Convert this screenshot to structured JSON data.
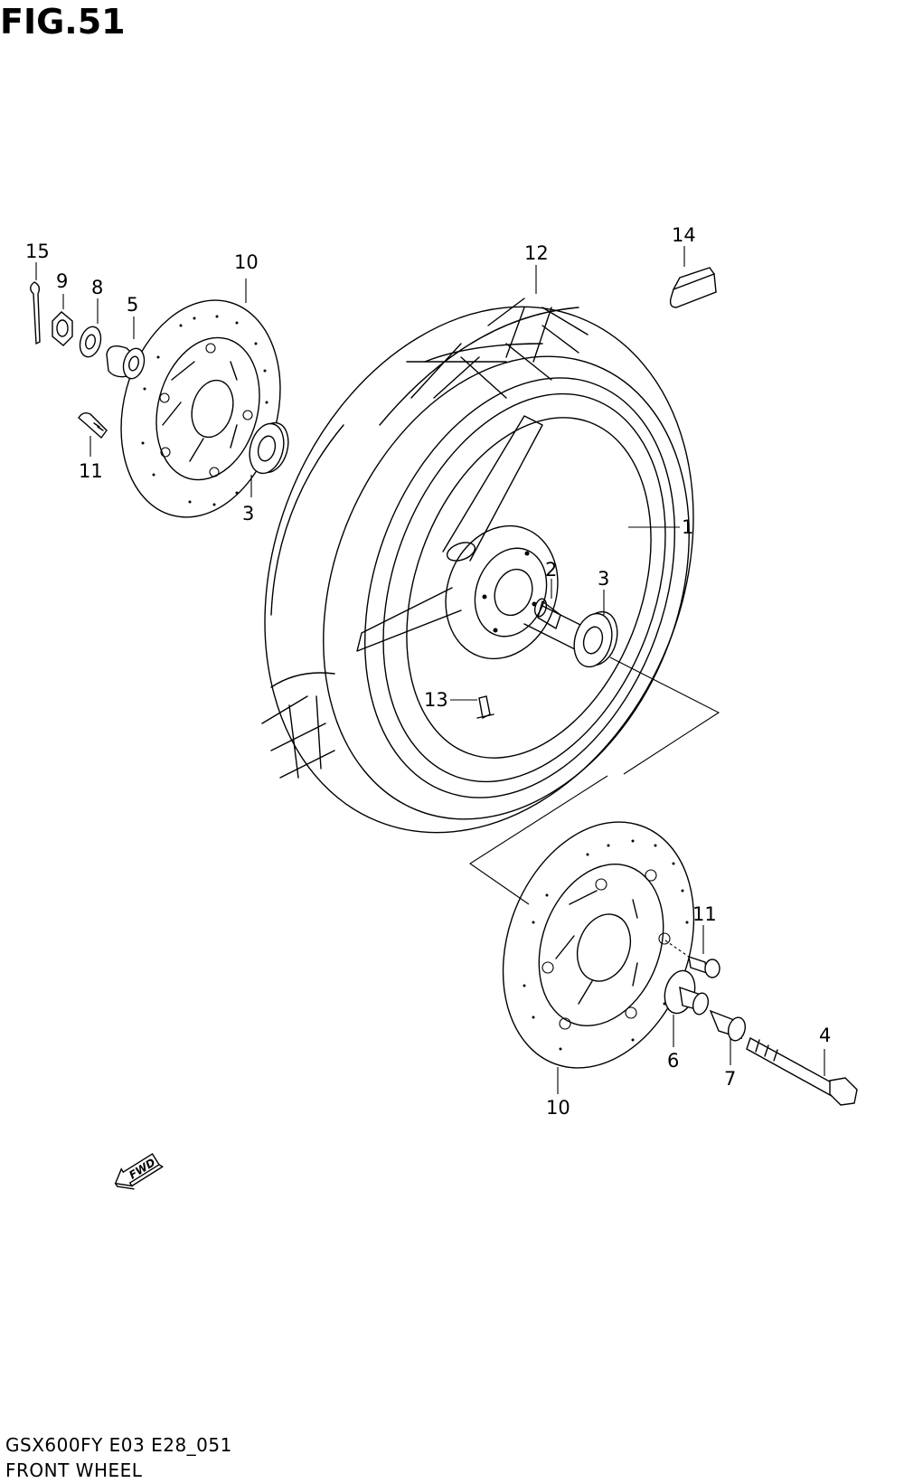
{
  "figure_label": "FIG.51",
  "callouts": {
    "p1": "1",
    "p2": "2",
    "p3_top": "3",
    "p3_right": "3",
    "p4": "4",
    "p5": "5",
    "p6": "6",
    "p7": "7",
    "p8": "8",
    "p9": "9",
    "p10_top": "10",
    "p10_bottom": "10",
    "p11_top": "11",
    "p11_bottom": "11",
    "p12": "12",
    "p13": "13",
    "p14": "14",
    "p15": "15"
  },
  "fwd_label": "FWD",
  "footer": {
    "code": "GSX600FY E03 E28_051",
    "name": "FRONT WHEEL"
  },
  "icons": [
    "fwd-arrow-icon"
  ]
}
